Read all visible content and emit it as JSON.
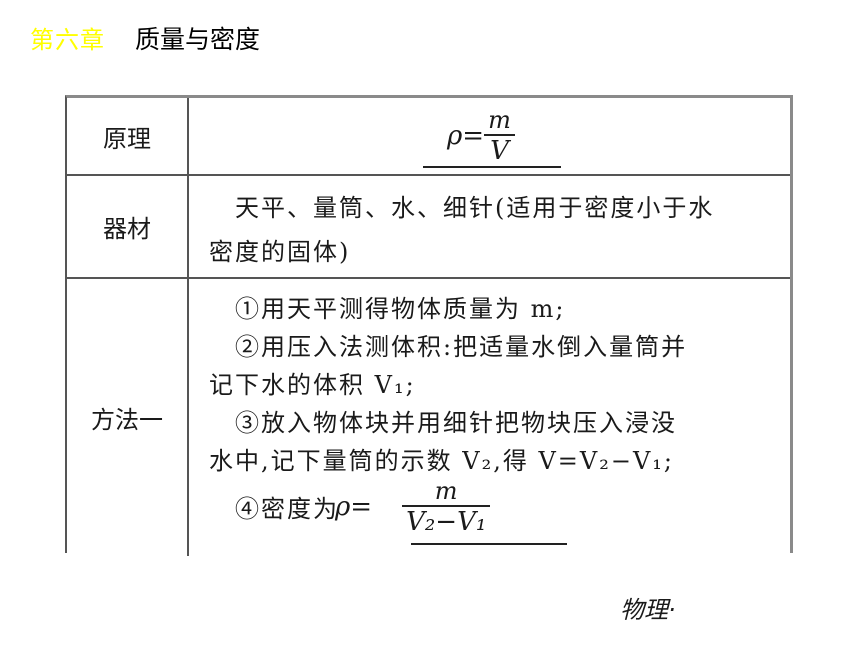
{
  "header": {
    "chapter": "第六章",
    "title": "质量与密度"
  },
  "table": {
    "rows": [
      {
        "label": "原理"
      },
      {
        "label": "器材",
        "lines": [
          "天平、量筒、水、细针(适用于密度小于水",
          "密度的固体)"
        ]
      },
      {
        "label": "方法一",
        "lines": [
          "①用天平测得物体质量为 m;",
          "②用压入法测体积:把适量水倒入量筒并",
          "记下水的体积 V₁;",
          "③放入物体块并用细针把物块压入浸没",
          "水中,记下量筒的示数 V₂,得 V=V₂−V₁;",
          "④密度为"
        ]
      }
    ],
    "principle_formula": {
      "lhs": "ρ=",
      "numerator": "m",
      "denominator": "V"
    },
    "method_formula": {
      "lhs": "ρ=",
      "numerator": "m",
      "denominator": "V₂−V₁"
    }
  },
  "footer": {
    "text": "物理·"
  },
  "colors": {
    "chapter": "#ffff00",
    "border": "#555555"
  }
}
